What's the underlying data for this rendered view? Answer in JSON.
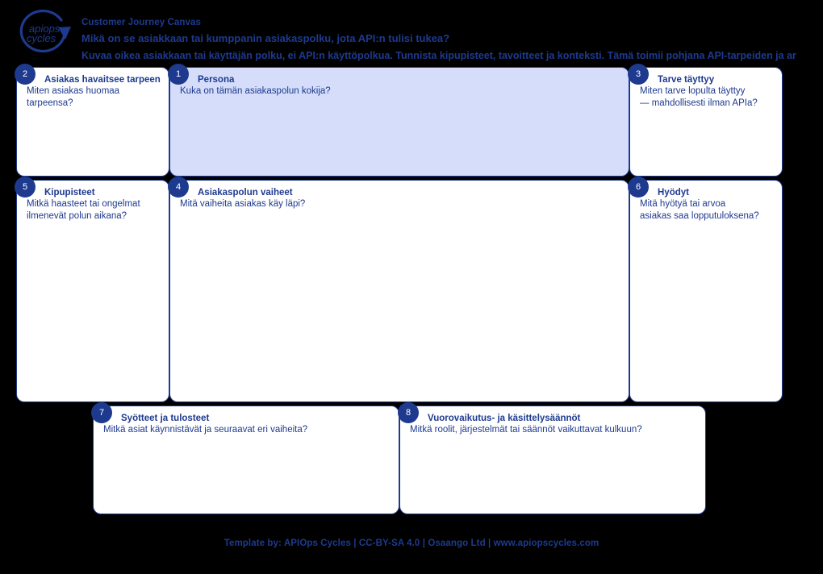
{
  "header": {
    "logo_alt": "apiops cycles",
    "logo_line1": "apiops",
    "logo_line2": "cycles",
    "title": "Customer Journey Canvas",
    "question": "Mikä on se asiakkaan tai kumppanin asiakaspolku, jota API:n tulisi tukea?",
    "description": "Kuvaa oikea asiakkaan tai käyttäjän polku, ei API:n käyttöpolkua. Tunnista kipupisteet, tavoitteet ja konteksti. Tämä toimii pohjana API-tarpeiden ja ar"
  },
  "colors": {
    "brand_blue": "#1e3a8f",
    "fill_light_blue": "#d5ddfa",
    "background": "#000000",
    "box_white": "#ffffff"
  },
  "boxes": [
    {
      "number": "2",
      "title": "Asiakas havaitsee tarpeen",
      "subtitle": "Miten asiakas huomaa\ntarpeensa?",
      "fill": "white"
    },
    {
      "number": "1",
      "title": "Persona",
      "subtitle": "Kuka on tämän asiakaspolun kokija?",
      "fill": "light-blue"
    },
    {
      "number": "3",
      "title": "Tarve täyttyy",
      "subtitle": "Miten tarve lopulta täyttyy\n— mahdollisesti ilman APIa?",
      "fill": "white"
    },
    {
      "number": "5",
      "title": "Kipupisteet",
      "subtitle": "Mitkä haasteet tai ongelmat\nilmenevät polun aikana?",
      "fill": "white"
    },
    {
      "number": "4",
      "title": "Asiakaspolun vaiheet",
      "subtitle": "Mitä vaiheita asiakas käy läpi?",
      "fill": "white"
    },
    {
      "number": "6",
      "title": "Hyödyt",
      "subtitle": "Mitä hyötyä tai arvoa\nasiakas saa lopputuloksena?",
      "fill": "white"
    },
    {
      "number": "7",
      "title": "Syötteet ja tulosteet",
      "subtitle": "Mitkä asiat käynnistävät ja seuraavat eri vaiheita?",
      "fill": "white"
    },
    {
      "number": "8",
      "title": "Vuorovaikutus- ja käsittelysäännöt",
      "subtitle": "Mitkä roolit, järjestelmät tai säännöt vaikuttavat kulkuun?",
      "fill": "white"
    }
  ],
  "footer": {
    "text": "Template by: APIOps Cycles | CC-BY-SA 4.0 | Osaango Ltd | www.apiopscycles.com"
  }
}
